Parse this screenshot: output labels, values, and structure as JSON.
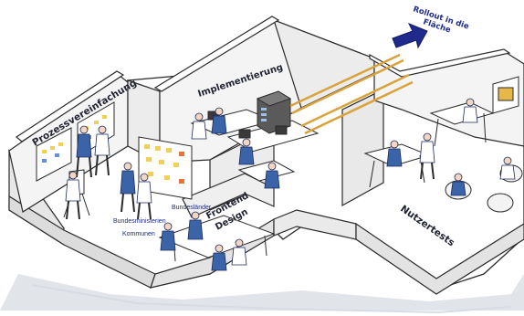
{
  "rooms": {
    "prozess": "Prozessvereinfachung",
    "implementierung": "Implementierung",
    "frontend_line1": "Frontend",
    "frontend_line2": "Design",
    "nutzertests": "Nutzertests"
  },
  "rollout": {
    "line1": "Rollout in die",
    "line2": "Fläche"
  },
  "stakeholders": {
    "bundeslaender": "Bundesländer",
    "bundesministerien": "Bundesministerien",
    "kommunen": "Kommunen"
  },
  "colors": {
    "wall": "#f4f4f4",
    "wall_side": "#e3e3e3",
    "floor": "#ffffff",
    "outline": "#2b2b2b",
    "person_blue": "#3a63a8",
    "arrow_blue": "#1f2a8c",
    "beam_gold": "#d9a33b",
    "ground_shadow": "#c9ced8"
  }
}
